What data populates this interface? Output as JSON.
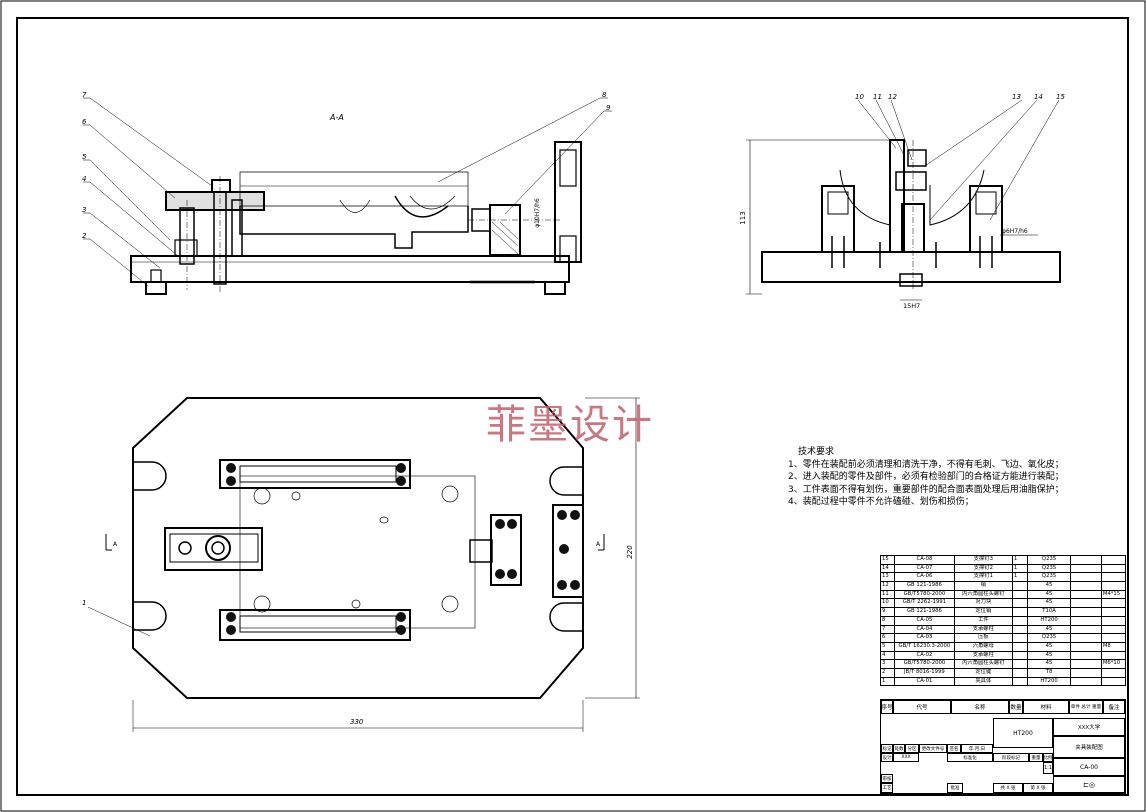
{
  "views": {
    "section_label": "A-A",
    "section_arrow_label": "A"
  },
  "balloons": {
    "main": [
      "7",
      "6",
      "5",
      "4",
      "3",
      "2",
      "8",
      "9",
      "1"
    ],
    "side": [
      "10",
      "11",
      "12",
      "13",
      "14",
      "15"
    ]
  },
  "dimensions": {
    "fit_main": "φ10H7/h6",
    "fit_side": "φ6H7/h6",
    "keyway": "15H7",
    "height": "113",
    "width": "330",
    "depth": "220"
  },
  "watermark": "菲墨设计",
  "tech_requirements": {
    "title": "技术要求",
    "items": [
      "1、零件在装配前必须清理和清洗干净，不得有毛刺、飞边、氧化皮；",
      "2、进入装配的零件及部件，必须有检验部门的合格证方能进行装配；",
      "3、工件表面不得有划伤，重要部件的配合面表面处理后用油脂保护；",
      "4、装配过程中零件不允许磕碰、划伤和损伤；"
    ]
  },
  "bom": {
    "rows": [
      [
        "15",
        "CA-08",
        "支撑钉3",
        "1",
        "Q235",
        "",
        ""
      ],
      [
        "14",
        "CA-07",
        "支撑钉2",
        "1",
        "Q235",
        "",
        ""
      ],
      [
        "13",
        "CA-06",
        "支撑钉1",
        "1",
        "Q235",
        "",
        ""
      ],
      [
        "12",
        "GB 121-1986",
        "销",
        "",
        "45",
        "",
        ""
      ],
      [
        "11",
        "GB/T5780-2000",
        "内六角圆柱头螺钉",
        "",
        "45",
        "",
        "M4*15"
      ],
      [
        "10",
        "GB/T 2262-1991",
        "对刀块",
        "",
        "45",
        "",
        ""
      ],
      [
        "9",
        "GB 121-1986",
        "定位销",
        "",
        "T10A",
        "",
        ""
      ],
      [
        "8",
        "CA-05",
        "工件",
        "",
        "HT200",
        "",
        ""
      ],
      [
        "7",
        "CA-04",
        "支承螺柱",
        "",
        "45",
        "",
        ""
      ],
      [
        "6",
        "CA-03",
        "压板",
        "",
        "Q235",
        "",
        ""
      ],
      [
        "5",
        "GB/T 16230.3-2000",
        "六角螺母",
        "",
        "45",
        "",
        "M8"
      ],
      [
        "4",
        "CA-02",
        "支承螺柱",
        "",
        "45",
        "",
        ""
      ],
      [
        "3",
        "GB/T5780-2000",
        "内六角圆柱头螺钉",
        "",
        "45",
        "",
        "M6*10"
      ],
      [
        "2",
        "JB/T 8016-1999",
        "定位键",
        "",
        "T8",
        "",
        ""
      ],
      [
        "1",
        "CA-01",
        "夹具体",
        "",
        "HT200",
        "",
        ""
      ]
    ],
    "header": [
      "序号",
      "代号",
      "名称",
      "数量",
      "材料",
      "单件 总计 重量",
      "备注"
    ]
  },
  "title_block": {
    "school": "XXX大学",
    "drawing_name": "夹具装配图",
    "material": "HT200",
    "drawing_no": "CA-00",
    "scale": "1:1",
    "labels": {
      "mark": "标记",
      "count": "处数",
      "zone": "分区",
      "change_doc": "更改文件号",
      "sign": "签名",
      "date": "年.月.日",
      "design": "设计",
      "standard": "标准化",
      "stage_mark": "阶段标记",
      "weight": "重量",
      "scale": "比例",
      "review": "审核",
      "process": "工艺",
      "approve": "批准",
      "sheet_total": "共 X 张",
      "sheet_no": "第 X 张"
    },
    "designer": "XXX"
  }
}
